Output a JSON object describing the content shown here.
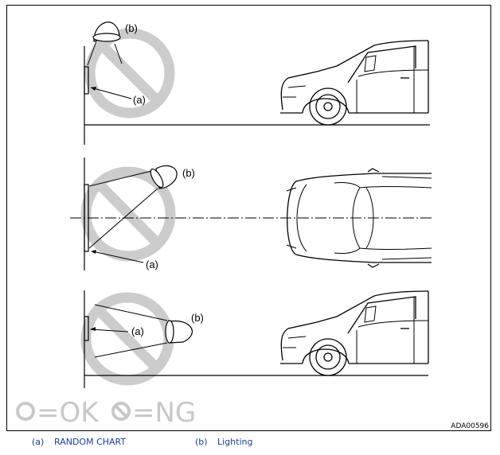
{
  "panels": [
    {
      "part_a_label": "(a)",
      "part_b_label": "(b)"
    },
    {
      "part_a_label": "(a)",
      "part_b_label": "(b)"
    },
    {
      "part_a_label": "(a)",
      "part_b_label": "(b)"
    }
  ],
  "legend": {
    "ok_text": "=OK",
    "ng_text": "=NG"
  },
  "figure_code": "ADA00596",
  "caption": [
    {
      "key": "(a)",
      "text": "RANDOM CHART"
    },
    {
      "key": "(b)",
      "text": "Lighting"
    }
  ],
  "colors": {
    "prohibition": "#cccccc",
    "line": "#000000",
    "caption_text": "#1a3d9c",
    "legend": "#c8c8c8"
  }
}
